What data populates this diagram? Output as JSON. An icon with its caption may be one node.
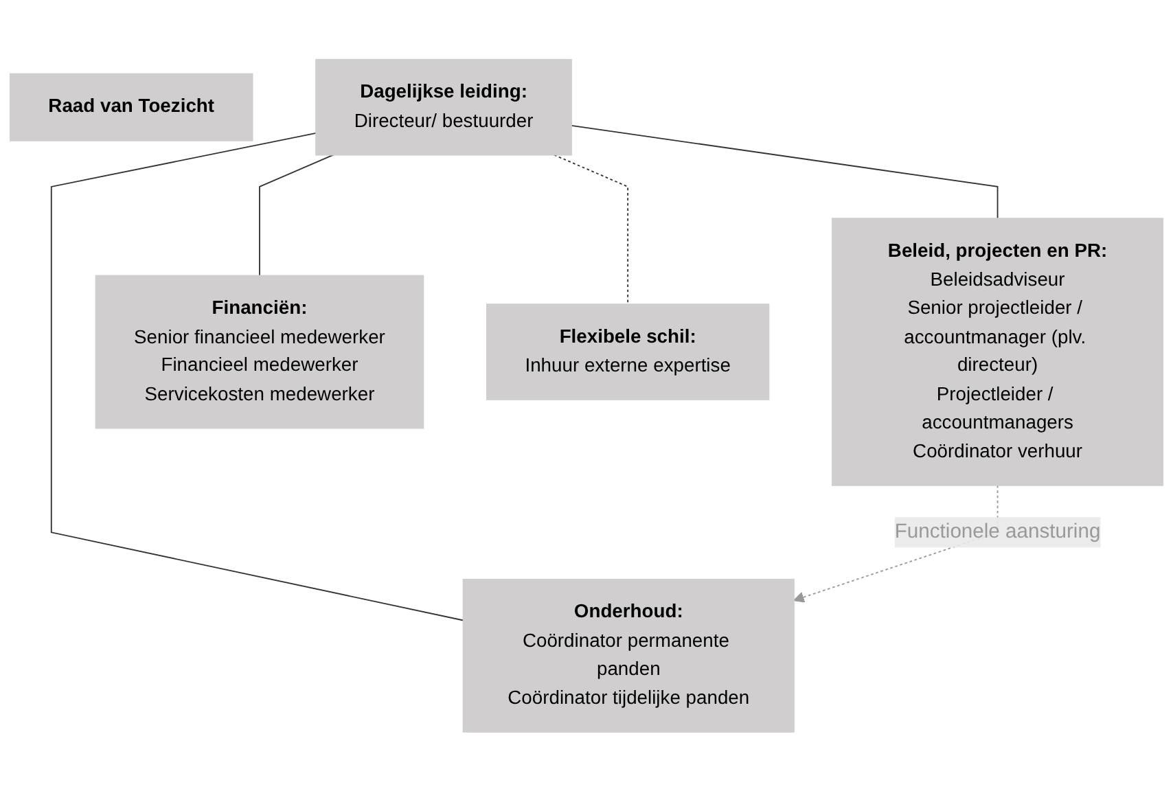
{
  "diagram": {
    "nodes": [
      {
        "text": [
          "Raad van Toezicht"
        ]
      },
      {
        "text": [
          "Dagelijkse leiding:",
          "Directeur/ bestuurder"
        ]
      },
      {
        "text": [
          "Beleid, projecten en PR:",
          "Beleidsadviseur",
          "Senior projectleider / accountmanager (plv. directeur)",
          "Projectleider / accountmanagers",
          "Coördinator verhuur"
        ]
      },
      {
        "text": [
          "Onderhoud:",
          "Coördinator permanente panden",
          "Coördinator tijdelijke panden"
        ]
      },
      {
        "text": [
          "Financiën:",
          "Senior financieel medewerker",
          "Financieel medewerker",
          "Servicekosten medewerker"
        ]
      },
      {
        "text": [
          "Flexibele schil:",
          "Inhuur externe expertise"
        ]
      }
    ],
    "edges": [
      {
        "from": 1,
        "to": 2,
        "arrow": "none"
      },
      {
        "from": 1,
        "to": 3,
        "arrow": "none"
      },
      {
        "from": 1,
        "to": 4,
        "arrow": "none"
      },
      {
        "from": 1,
        "to": 5,
        "arrow": "none",
        "style": "dashed"
      },
      {
        "from": 2,
        "to": 3,
        "arrow": "to",
        "style": "dashed",
        "color": "#999999",
        "label": "Functionele aansturing"
      }
    ]
  }
}
